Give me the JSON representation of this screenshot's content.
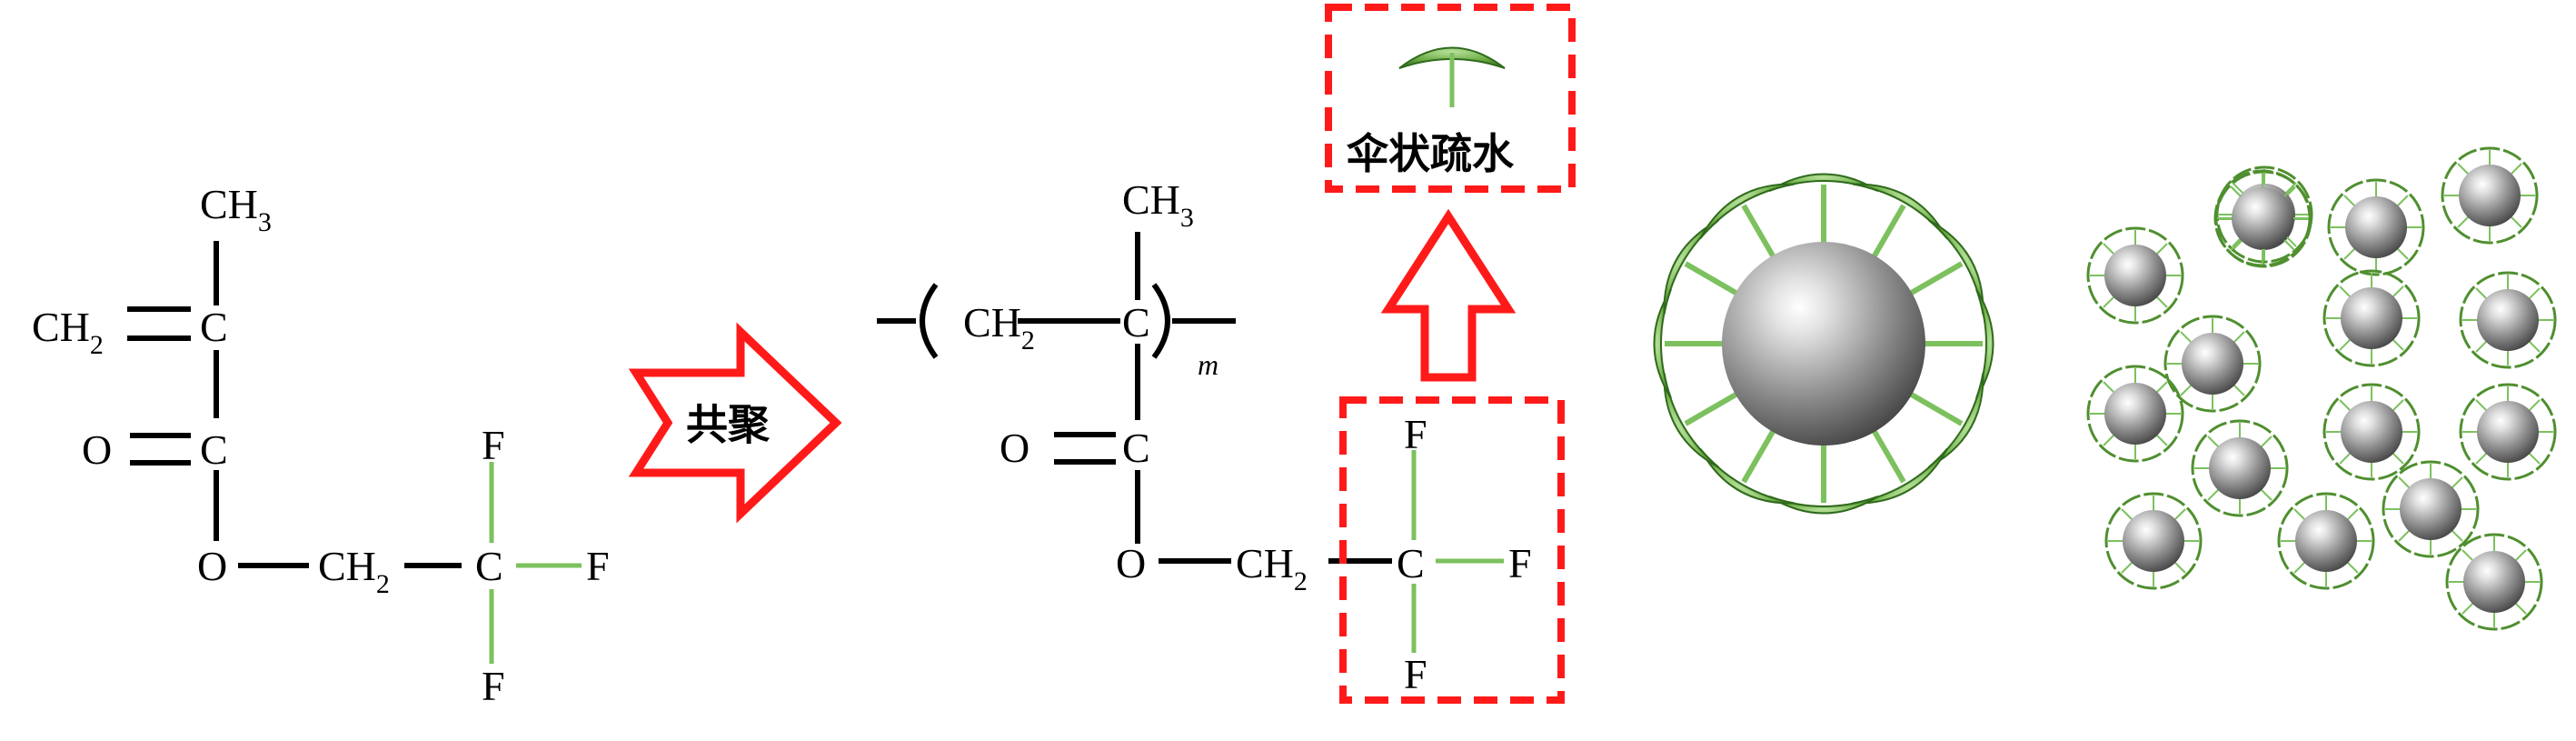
{
  "monomer": {
    "ch3": "CH",
    "ch3_sub": "3",
    "ch2": "CH",
    "ch2_sub": "2",
    "c1": "C",
    "c2": "C",
    "o1": "O",
    "o2": "O",
    "ch2b": "CH",
    "ch2b_sub": "2",
    "cf": "C",
    "f1": "F",
    "f2": "F",
    "f3": "F"
  },
  "copolymer_arrow": {
    "label": "共聚"
  },
  "polymer": {
    "ch3": "CH",
    "ch3_sub": "3",
    "ch2": "CH",
    "ch2_sub": "2",
    "c1": "C",
    "m": "m",
    "o1": "O",
    "c2": "C",
    "o2": "O",
    "ch2b": "CH",
    "ch2b_sub": "2",
    "cf": "C",
    "f1": "F",
    "f2": "F",
    "f3": "F"
  },
  "umbrella_box": {
    "label": "伞状疏水"
  },
  "colors": {
    "red": "#ff1a1a",
    "green": "#4f8f2f",
    "bond_green": "#7cc15e",
    "sphere": "#9a9a9a"
  }
}
